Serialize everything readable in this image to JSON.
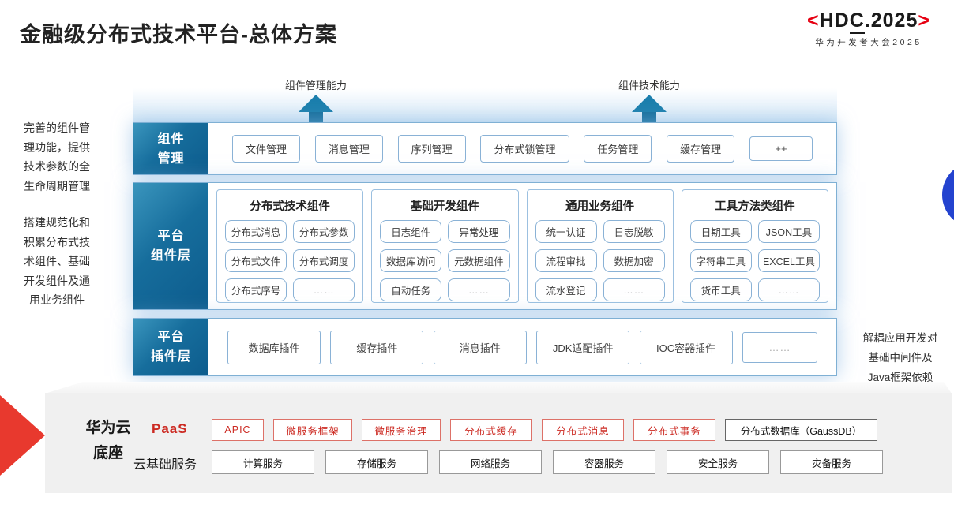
{
  "page": {
    "title": "金融级分布式技术平台-总体方案"
  },
  "logo": {
    "left_bracket": "<",
    "hd": "HD",
    "c": "C",
    "dot_year": ".2025",
    "right_bracket": ">",
    "subtitle": "华为开发者大会2025"
  },
  "arrows": [
    {
      "label": "组件管理能力"
    },
    {
      "label": "组件技术能力"
    }
  ],
  "annotations": {
    "left_top": "完善的组件管\n理功能，提供\n技术参数的全\n生命周期管理",
    "left_bottom": "搭建规范化和\n积累分布式技\n术组件、基础\n开发组件及通\n用业务组件",
    "right": "解耦应用开发对\n基础中间件及\nJava框架依赖"
  },
  "rows": {
    "component_mgmt": {
      "label": "组件\n管理",
      "items": [
        "文件管理",
        "消息管理",
        "序列管理",
        "分布式锁管理",
        "任务管理",
        "缓存管理",
        "++"
      ]
    },
    "platform_components": {
      "label": "平台\n组件层",
      "groups": [
        {
          "title": "分布式技术组件",
          "items": [
            "分布式消息",
            "分布式参数",
            "分布式文件",
            "分布式调度",
            "分布式序号",
            "……"
          ]
        },
        {
          "title": "基础开发组件",
          "items": [
            "日志组件",
            "异常处理",
            "数据库访问",
            "元数据组件",
            "自动任务",
            "……"
          ]
        },
        {
          "title": "通用业务组件",
          "items": [
            "统一认证",
            "日志脱敏",
            "流程审批",
            "数据加密",
            "流水登记",
            "……"
          ]
        },
        {
          "title": "工具方法类组件",
          "items": [
            "日期工具",
            "JSON工具",
            "字符串工具",
            "EXCEL工具",
            "货币工具",
            "……"
          ]
        }
      ]
    },
    "platform_plugins": {
      "label": "平台\n插件层",
      "items": [
        "数据库插件",
        "缓存插件",
        "消息插件",
        "JDK适配插件",
        "IOC容器插件",
        "……"
      ]
    }
  },
  "foundation": {
    "label": "华为云\n底座",
    "paas": {
      "label": "PaaS",
      "items": [
        "APIC",
        "微服务框架",
        "微服务治理",
        "分布式缓存",
        "分布式消息",
        "分布式事务"
      ],
      "db_item": "分布式数据库（GaussDB）"
    },
    "iaas": {
      "label": "云基础服务",
      "items": [
        "计算服务",
        "存储服务",
        "网络服务",
        "容器服务",
        "安全服务",
        "灾备服务"
      ]
    }
  },
  "colors": {
    "accent_red": "#e60012",
    "chevron_red": "#e8392e",
    "layer_teal": "#0d5c8d",
    "arrow_teal": "#1b7fad",
    "circle_blue": "#2443cf",
    "panel_gray": "#f0f0f0"
  }
}
